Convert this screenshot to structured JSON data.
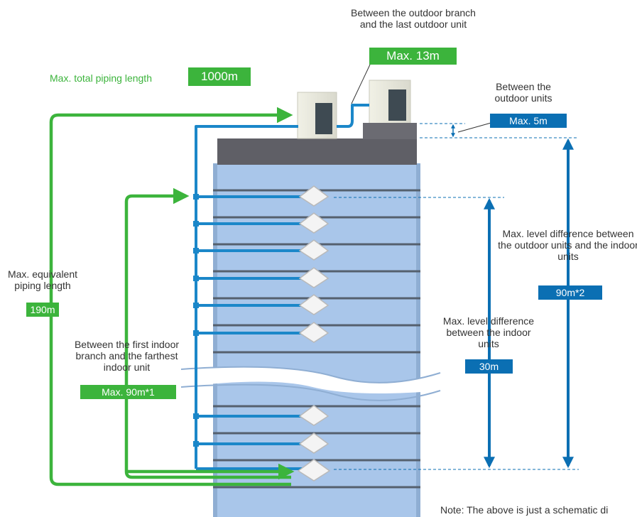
{
  "colors": {
    "green": "#3cb43c",
    "blue": "#0b6fb3",
    "pipe_blue": "#1b87c9",
    "building": "#a9c6ea",
    "roof": "#5f5f66"
  },
  "labels": {
    "outdoor_branch": {
      "text": "Between the outdoor branch and the last outdoor unit",
      "badge": "Max. 13m"
    },
    "total_piping": {
      "text": "Max. total piping length",
      "badge": "1000m"
    },
    "outdoor_units": {
      "text": "Between the outdoor units",
      "badge": "Max. 5m"
    },
    "equivalent_piping": {
      "text": "Max. equivalent piping length",
      "badge": "190m"
    },
    "first_indoor_branch": {
      "text": "Between the first indoor branch and the farthest indoor unit",
      "badge": "Max. 90m*1"
    },
    "outdoor_indoor_level": {
      "text": "Max. level difference between the outdoor units and the indoor units",
      "badge": "90m*2"
    },
    "indoor_level": {
      "text": "Max. level difference between the indoor units",
      "badge": "30m"
    },
    "note": "Note: The above is just a schematic di"
  }
}
